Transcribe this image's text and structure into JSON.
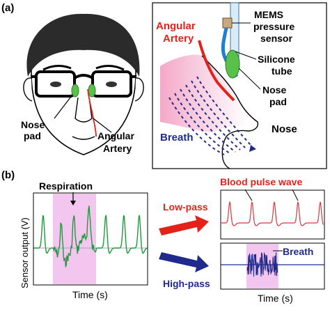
{
  "panel_a": {
    "tag": "(a)",
    "face": {
      "nose_pad_line1": "Nose",
      "nose_pad_line2": "pad",
      "artery_line1": "Angular",
      "artery_line2": "Artery"
    },
    "cross_section": {
      "artery_line1": "Angular",
      "artery_line2": "Artery",
      "sensor_line1": "MEMS",
      "sensor_line2": "pressure",
      "sensor_line3": "sensor",
      "tube_line1": "Silicone",
      "tube_line2": "tube",
      "pad_line1": "Nose",
      "pad_line2": "pad",
      "nose": "Nose",
      "breath": "Breath"
    }
  },
  "panel_b": {
    "tag": "(b)",
    "ylabel": "Sensor output (V)",
    "xlabel_main": "Time (s)",
    "respiration": "Respiration",
    "low_pass": "Low-pass",
    "high_pass": "High-pass",
    "blood_pulse_wave": "Blood pulse wave",
    "breath": "Breath",
    "xlabel_small": "Time (s)"
  },
  "colors": {
    "artery_red": "#e2231a",
    "breath_blue": "#1f2a8c",
    "respiration_green": "#1f9a3a",
    "highlight_pink": "#f3c6f0",
    "tube_blue": "#1f7fd6",
    "pad_green": "#58c14a",
    "sensor_tan": "#caa77c"
  }
}
